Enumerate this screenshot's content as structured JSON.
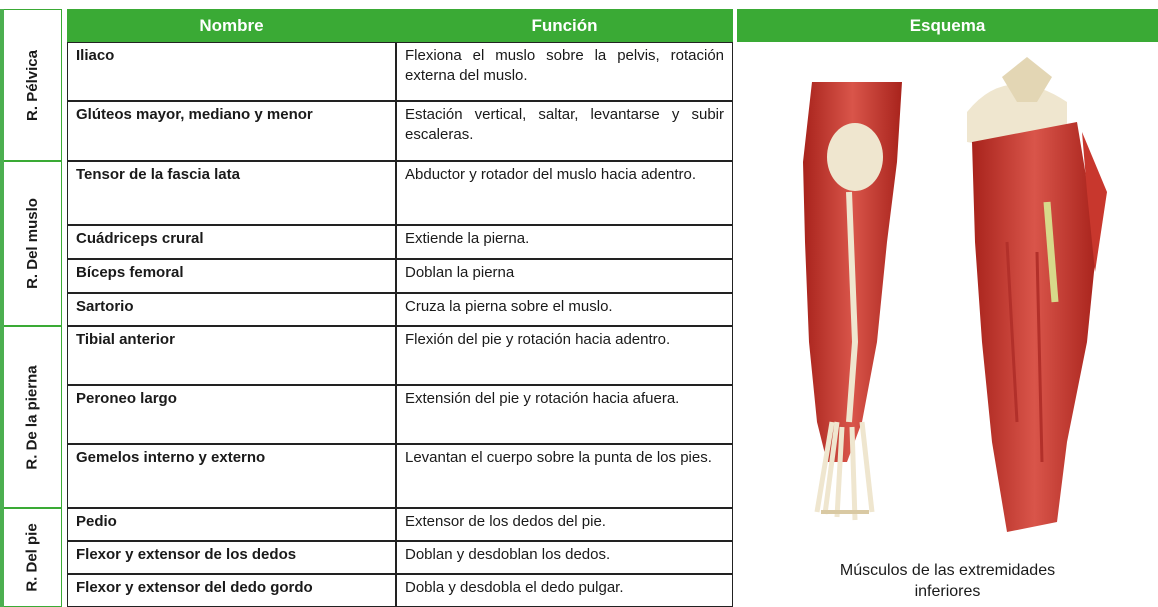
{
  "headers": {
    "name": "Nombre",
    "function": "Función",
    "schema": "Esquema"
  },
  "regions": [
    {
      "label": "R. Pélvica"
    },
    {
      "label": "R. Del muslo"
    },
    {
      "label": "R. De la pierna"
    },
    {
      "label": "R. Del pie"
    }
  ],
  "rows": [
    {
      "name": "Iliaco",
      "function": "Flexiona el muslo sobre la pelvis, rotación externa del muslo."
    },
    {
      "name": "Glúteos mayor, mediano y menor",
      "function": "Estación vertical, saltar, levantarse y subir escaleras."
    },
    {
      "name": "Tensor de la fascia lata",
      "function": "Abductor y rotador del muslo hacia adentro."
    },
    {
      "name": "Cuádriceps crural",
      "function": "Extiende la pierna."
    },
    {
      "name": "Bíceps femoral",
      "function": "Doblan la pierna"
    },
    {
      "name": "Sartorio",
      "function": "Cruza la pierna sobre el muslo."
    },
    {
      "name": "Tibial anterior",
      "function": "Flexión del pie y rotación hacia adentro."
    },
    {
      "name": "Peroneo largo",
      "function": "Extensión del pie y rotación hacia afuera."
    },
    {
      "name": "Gemelos interno y externo",
      "function": "Levantan el cuerpo sobre la punta de los pies."
    },
    {
      "name": "Pedio",
      "function": "Extensor de los dedos del pie."
    },
    {
      "name": "Flexor y extensor de los dedos",
      "function": "Doblan y desdoblan los dedos."
    },
    {
      "name": "Flexor y extensor del dedo gordo",
      "function": "Dobla y desdobla el dedo pulgar."
    }
  ],
  "caption": {
    "line1": "Músculos de las extremidades",
    "line2": "inferiores"
  },
  "colors": {
    "header_green": "#3aaa35",
    "muscle_red": "#c8372d",
    "bone": "#efe6cf"
  }
}
